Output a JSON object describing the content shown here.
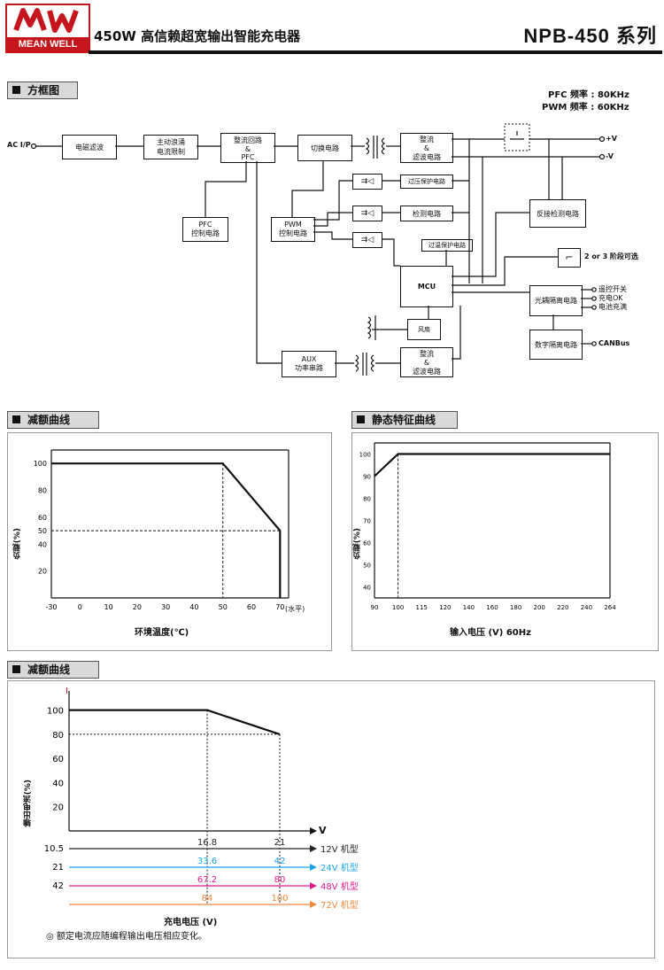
{
  "header": {
    "logo_text": "MEAN WELL",
    "title": "450W 高信赖超宽输出智能充电器",
    "model": "NPB-450 系列"
  },
  "block_diagram": {
    "section_title": "方框图",
    "freq_pfc": "PFC 频率 : 80KHz",
    "freq_pwm": "PWM 频率 : 60KHz",
    "blocks": {
      "ac_in": "AC I/P",
      "emi": "电磁滤波",
      "inrush": "主动浪涌|电流限制",
      "rect_pfc": "整流回路|&|PFC",
      "switch": "切换电路",
      "rect_filter": "整流|&|滤波电路",
      "pfc_ctrl": "PFC|控制电路",
      "pwm_ctrl": "PWM|控制电路",
      "ovp": "过压保护电路",
      "detect": "检测电路",
      "otp": "过温保护电路",
      "mcu": "MCU",
      "fb_detect": "反接检测电路",
      "opto_iso": "光耦隔离电路",
      "digital_iso": "数字隔离电路",
      "fan": "风扇",
      "aux": "AUX|功率串路",
      "rect_filter2": "整流|&|滤波电路",
      "stage_select": "2 or 3 阶段可选",
      "remote": "遥控开关",
      "charge_ok": "充电OK",
      "battery_full": "电池充满",
      "canbus": "CANBus",
      "vplus": "+V",
      "vminus": "-V"
    }
  },
  "derating1": {
    "section_title": "减额曲线",
    "ylabel": "负载(%)",
    "xlabel": "环境温度(℃)",
    "x_note": "(水平)",
    "chart_data": {
      "type": "line",
      "x": [
        -30,
        50,
        70,
        70
      ],
      "y": [
        100,
        100,
        50,
        0
      ],
      "x_ticks": [
        -30,
        0,
        10,
        20,
        30,
        40,
        50,
        60,
        70
      ],
      "y_ticks": [
        20,
        40,
        50,
        60,
        80,
        100
      ],
      "xlim": [
        -30,
        75
      ],
      "ylim": [
        0,
        110
      ]
    }
  },
  "static": {
    "section_title": "静态特征曲线",
    "ylabel": "负载(%)",
    "xlabel": "输入电压 (V) 60Hz",
    "chart_data": {
      "type": "line",
      "x": [
        "90",
        "100",
        "115",
        "120",
        "140",
        "160",
        "180",
        "200",
        "220",
        "240",
        "264"
      ],
      "y": [
        90,
        100,
        100,
        100,
        100,
        100,
        100,
        100,
        100,
        100,
        100
      ],
      "x_ticks": [
        "90",
        "100",
        "115",
        "120",
        "140",
        "160",
        "180",
        "200",
        "220",
        "240",
        "264"
      ],
      "y_ticks": [
        40,
        50,
        60,
        70,
        80,
        90,
        100
      ],
      "ylim": [
        35,
        105
      ]
    }
  },
  "derating2": {
    "section_title": "减额曲线",
    "ylabel": "输出电流(%)",
    "i_label": "I",
    "xlabel": "充电电压 (V)",
    "v_label": "V",
    "note": "◎ 额定电流应随编程输出电压相应变化。",
    "chart_data": {
      "type": "line",
      "x": [
        0,
        16.8,
        21
      ],
      "y": [
        100,
        100,
        80
      ],
      "y_ticks": [
        20,
        40,
        60,
        80,
        100
      ],
      "ylim": [
        0,
        110
      ],
      "rows": [
        {
          "start": "10.5",
          "knee": "16.8",
          "end": "21",
          "name": "12V 机型",
          "color": "#222222"
        },
        {
          "start": "21",
          "knee": "33.6",
          "end": "42",
          "name": "24V 机型",
          "color": "#1aa3e8"
        },
        {
          "start": "42",
          "knee": "67.2",
          "end": "80",
          "name": "48V 机型",
          "color": "#e0198a"
        },
        {
          "start": "",
          "knee": "84",
          "end": "100",
          "name": "72V 机型",
          "color": "#f0883a"
        }
      ]
    }
  }
}
